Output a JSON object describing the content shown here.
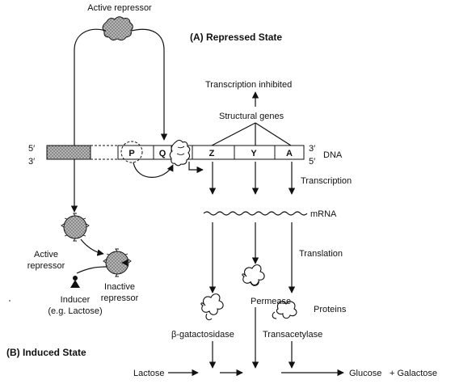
{
  "diagram": {
    "labels": {
      "active_repressor_top": "Active repressor",
      "state_a": "(A) Repressed State",
      "transcription_inhibited": "Transcription inhibited",
      "structural_genes": "Structural genes",
      "dna": "DNA",
      "strand_5_left": "5′",
      "strand_3_left": "3′",
      "strand_3_right": "3′",
      "strand_5_right": "5′",
      "gene_p": "P",
      "gene_q": "Q",
      "gene_z": "Z",
      "gene_y": "Y",
      "gene_a": "A",
      "transcription": "Transcription",
      "mrna": "mRNA",
      "translation": "Translation",
      "active_repressor_left_1": "Active",
      "active_repressor_left_2": "repressor",
      "inactive_repressor_1": "Inactive",
      "inactive_repressor_2": "repressor",
      "inducer_1": "Inducer",
      "inducer_2": "(e.g. Lactose)",
      "permease": "Permease",
      "proteins": "Proteins",
      "beta_gal": "β-gatactosidase",
      "transacetylase": "Transacetylase",
      "state_b": "(B) Induced State",
      "lactose": "Lactose",
      "glucose": "Glucose",
      "plus_galactose": "+ Galactose"
    },
    "colors": {
      "ink": "#111111",
      "repressor_fill": "#9a9a9a",
      "dna_fill": "#ffffff"
    }
  }
}
